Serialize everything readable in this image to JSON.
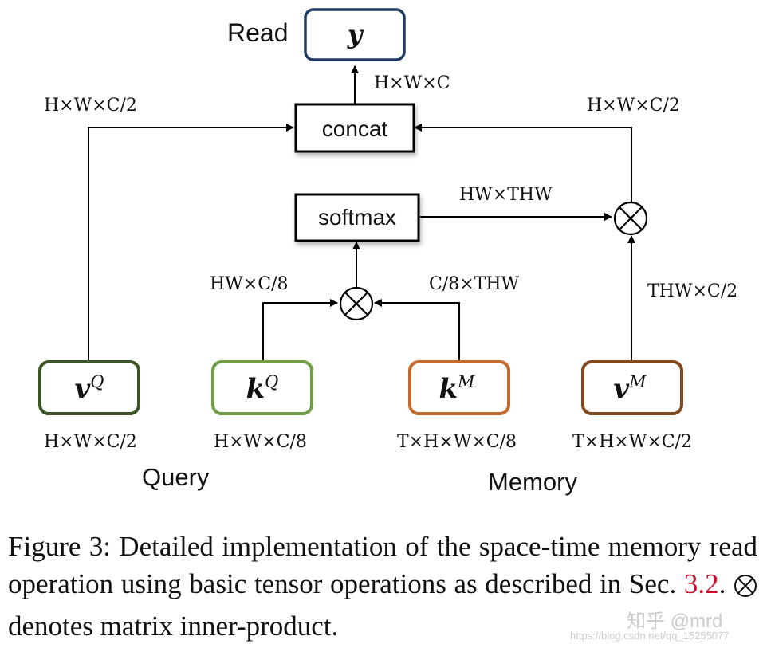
{
  "diagram": {
    "read_label": "Read",
    "query_label": "Query",
    "memory_label": "Memory",
    "nodes": {
      "y": "y",
      "concat": "concat",
      "softmax": "softmax",
      "vQ": {
        "base": "v",
        "sup": "Q"
      },
      "kQ": {
        "base": "k",
        "sup": "Q"
      },
      "kM": {
        "base": "k",
        "sup": "M"
      },
      "vM": {
        "base": "v",
        "sup": "M"
      }
    },
    "dims": {
      "y_out": "H×W×C",
      "vQ_to_concat": "H×W×C/2",
      "vM_to_concat": "H×W×C/2",
      "softmax_out": "HW×THW",
      "kQ_to_product": "HW×C/8",
      "kM_to_product": "C/8×THW",
      "vM_to_product": "THW×C/2",
      "vQ": "H×W×C/2",
      "kQ": "H×W×C/8",
      "kM": "T×H×W×C/8",
      "vM": "T×H×W×C/2"
    },
    "colors": {
      "y_border": "#1f3b63",
      "vQ_border": "#3b5525",
      "kQ_border": "#6f9e45",
      "kM_border": "#c7692a",
      "vM_border": "#84481d"
    }
  },
  "caption": {
    "prefix": "Figure 3: Detailed implementation of the space-time memory read operation using basic tensor operations as described in Sec.",
    "ref": "3.2",
    "middle": ".",
    "suffix": "denotes matrix inner-product."
  },
  "watermark": {
    "main": "知乎 @mrd",
    "sub": "https://blog.csdn.net/qq_15255077"
  }
}
